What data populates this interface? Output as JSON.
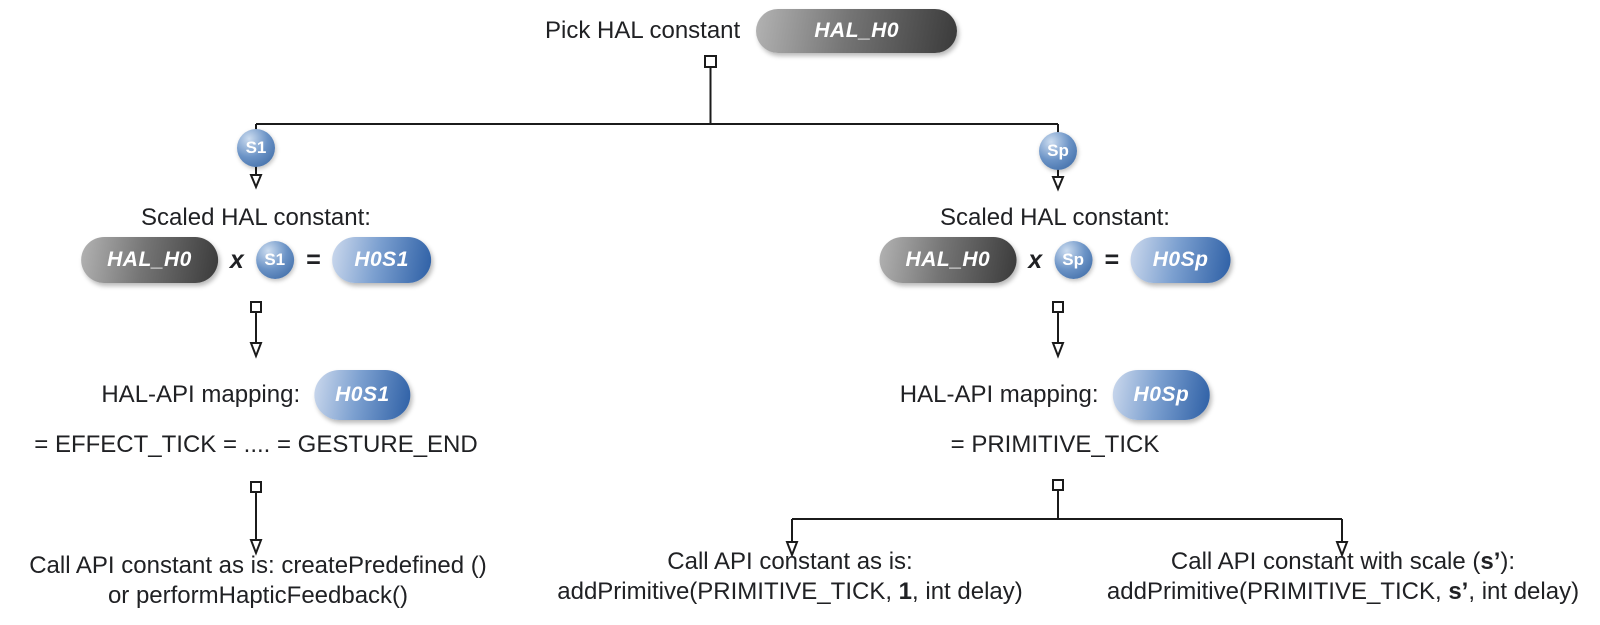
{
  "root": {
    "title": "Pick HAL constant",
    "title_pill": "HAL_H0"
  },
  "left": {
    "branch_label": "S1",
    "scaled_heading": "Scaled HAL constant:",
    "formula": {
      "a": "HAL_H0",
      "op": "x",
      "b": "S1",
      "eq": "=",
      "result": "H0S1"
    },
    "mapping_heading": "HAL-API mapping:",
    "mapping_pill": "H0S1",
    "mapping_equals": "= EFFECT_TICK = .... = GESTURE_END",
    "call_line1": "Call API constant as is: createPredefined ()",
    "call_line2": "or performHapticFeedback()"
  },
  "right": {
    "branch_label": "Sp",
    "scaled_heading": "Scaled HAL constant:",
    "formula": {
      "a": "HAL_H0",
      "op": "x",
      "b": "Sp",
      "eq": "=",
      "result": "H0Sp"
    },
    "mapping_heading": "HAL-API mapping:",
    "mapping_pill": "H0Sp",
    "mapping_equals": "= PRIMITIVE_TICK",
    "call_as_is": {
      "line1": "Call API constant as is:",
      "line2_pre": "addPrimitive(PRIMITIVE_TICK, ",
      "line2_bold": "1",
      "line2_post": ", int delay)"
    },
    "call_scaled": {
      "line1_pre": "Call API constant with scale (",
      "line1_bold": "s’",
      "line1_post": "):",
      "line2_pre": "addPrimitive(PRIMITIVE_TICK, ",
      "line2_bold": "s’",
      "line2_post": ", int delay)"
    }
  },
  "colors": {
    "text": "#202124",
    "line": "#1b1b1b",
    "gray_pill_light": "#b3b3b3",
    "gray_pill_dark": "#3a3a3a",
    "blue_light": "#ccd9ed",
    "blue_dark": "#2d5fa5"
  }
}
